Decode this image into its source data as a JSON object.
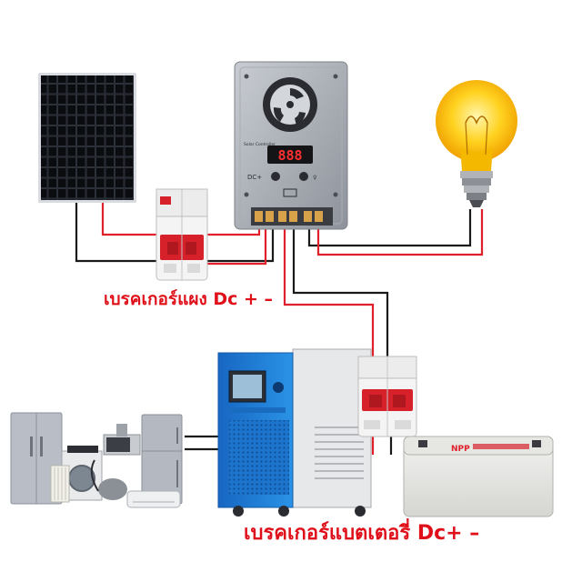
{
  "labels": {
    "panel_breaker": "เบรคเกอร์แผง Dc + –",
    "battery_breaker": "เบรคเกอร์แบตเตอรี่ Dc+ –"
  },
  "controller": {
    "display_value": "888",
    "dc_label": "DC+",
    "brand_text": "Solar Controller"
  },
  "battery": {
    "brand": "NPP"
  },
  "colors": {
    "positive_wire": "#e0202a",
    "negative_wire": "#202020",
    "breaker_red": "#d6212b",
    "inverter_blue": "#1f80d8",
    "label_red": "#e0101a"
  }
}
